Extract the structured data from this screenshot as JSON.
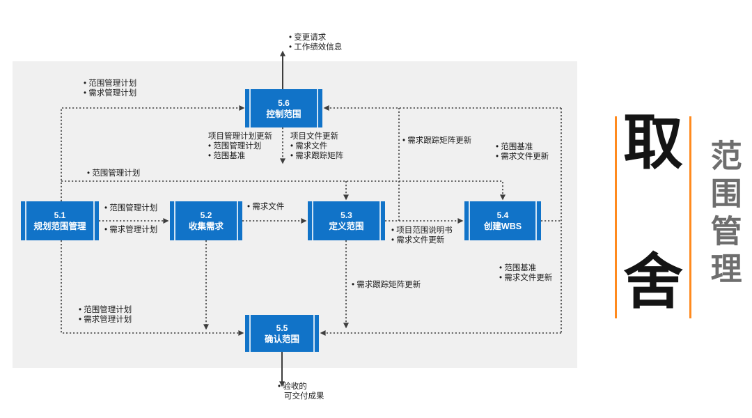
{
  "diagram": {
    "panel_color": "#f0f0f0",
    "accent_blue": "#1173c8",
    "connector_color": "#3d3d3d",
    "nodes": [
      {
        "code": "5.1",
        "name": "规划范围管理"
      },
      {
        "code": "5.2",
        "name": "收集需求"
      },
      {
        "code": "5.3",
        "name": "定义范围"
      },
      {
        "code": "5.4",
        "name": "创建WBS"
      },
      {
        "code": "5.5",
        "name": "确认范围"
      },
      {
        "code": "5.6",
        "name": "控制范围"
      }
    ],
    "labels": [
      {
        "id": "inputs-to-5.6",
        "lines": [
          "• 范围管理计划",
          "• 需求管理计划"
        ]
      },
      {
        "id": "scope-mgmt-plan-mid",
        "lines": [
          "• 范围管理计划"
        ]
      },
      {
        "id": "5.1-to-5.2-scope-plan",
        "lines": [
          "• 范围管理计划"
        ]
      },
      {
        "id": "5.1-to-5.2-req-plan",
        "lines": [
          "• 需求管理计划"
        ]
      },
      {
        "id": "5.2-to-5.3-req-docs",
        "lines": [
          "• 需求文件"
        ]
      },
      {
        "id": "5.6-pm-plan-updates",
        "lines": [
          "项目管理计划更新",
          "• 范围管理计划",
          "• 范围基准"
        ]
      },
      {
        "id": "5.6-project-doc-updates",
        "lines": [
          "项目文件更新",
          "• 需求文件",
          "• 需求跟踪矩阵"
        ]
      },
      {
        "id": "5.6-top-outputs",
        "lines": [
          "• 变更请求",
          "• 工作绩效信息"
        ]
      },
      {
        "id": "req-trace-updates-to-5.6",
        "lines": [
          "• 需求跟踪矩阵更新"
        ]
      },
      {
        "id": "5.4-to-5.6-outputs",
        "lines": [
          "• 范围基准",
          "• 需求文件更新"
        ]
      },
      {
        "id": "5.3-to-5.4-outputs",
        "lines": [
          "• 项目范围说明书",
          "• 需求文件更新"
        ]
      },
      {
        "id": "5.4-to-5.5-outputs",
        "lines": [
          "• 范围基准",
          "• 需求文件更新"
        ]
      },
      {
        "id": "5.3-to-5.5-trace-updates",
        "lines": [
          "• 需求跟踪矩阵更新"
        ]
      },
      {
        "id": "inputs-to-5.5",
        "lines": [
          "• 范围管理计划",
          "• 需求管理计划"
        ]
      },
      {
        "id": "5.5-deliverables",
        "lines": [
          "• 验收的",
          "可交付成果"
        ]
      }
    ]
  },
  "branding": {
    "headline_char_top": "取",
    "headline_char_bottom": "舍",
    "vertical_title": "范围管理",
    "accent_orange": "#ff8a1e",
    "title_gray": "#6e6e6e"
  }
}
